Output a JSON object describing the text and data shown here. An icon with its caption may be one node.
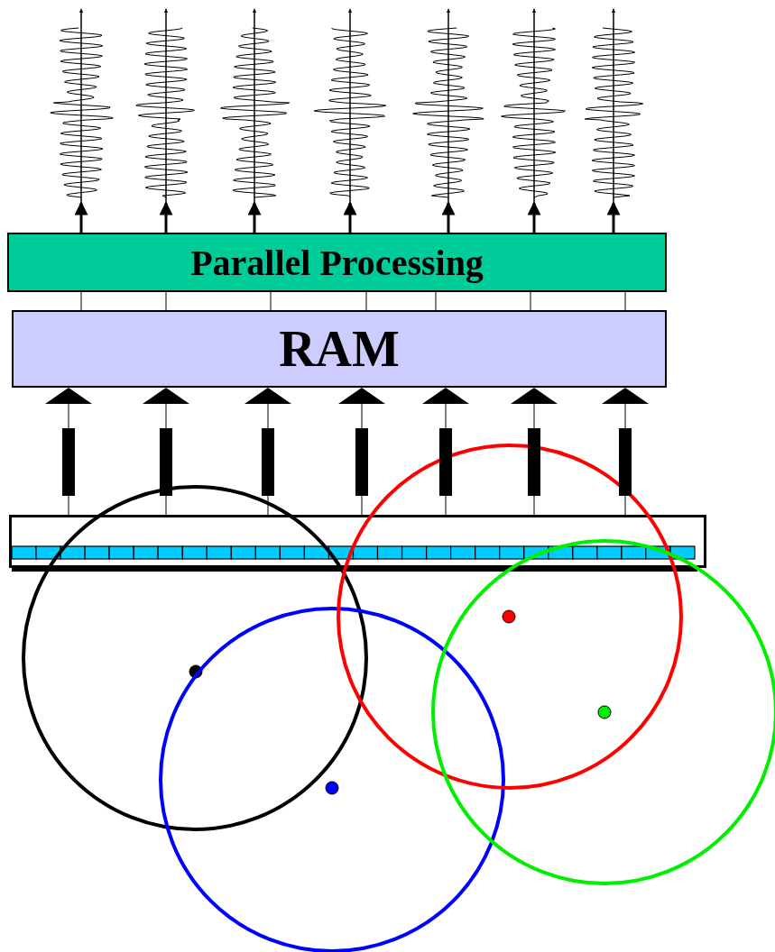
{
  "diagram": {
    "nodes": [
      {
        "text": [],
        "shape": "picture"
      },
      {
        "text": [],
        "shape": "picture"
      },
      {
        "text": [],
        "shape": "picture"
      },
      {
        "text": [],
        "shape": "picture"
      },
      {
        "text": [],
        "shape": "picture"
      },
      {
        "text": [],
        "shape": "picture"
      },
      {
        "text": [],
        "shape": "picture"
      },
      {
        "text": [
          "Parallel Processing"
        ]
      },
      {
        "text": [
          "RAM"
        ]
      },
      {
        "text": [],
        "shape": "box"
      }
    ],
    "edges": [
      {
        "from": 7,
        "to": 0,
        "arrow": "to",
        "style": "thick"
      },
      {
        "from": 7,
        "to": 1,
        "arrow": "to",
        "style": "thick"
      },
      {
        "from": 7,
        "to": 2,
        "arrow": "to",
        "style": "thick"
      },
      {
        "from": 7,
        "to": 3,
        "arrow": "to",
        "style": "thick"
      },
      {
        "from": 7,
        "to": 4,
        "arrow": "to",
        "style": "thick"
      },
      {
        "from": 7,
        "to": 5,
        "arrow": "to",
        "style": "thick"
      },
      {
        "from": 7,
        "to": 6,
        "arrow": "to",
        "style": "thick"
      },
      {
        "from": 8,
        "to": 7,
        "arrow": "none"
      },
      {
        "from": 8,
        "to": 7,
        "arrow": "none"
      },
      {
        "from": 8,
        "to": 7,
        "arrow": "none"
      },
      {
        "from": 8,
        "to": 7,
        "arrow": "none"
      },
      {
        "from": 8,
        "to": 7,
        "arrow": "none"
      },
      {
        "from": 8,
        "to": 7,
        "arrow": "none"
      },
      {
        "from": 8,
        "to": 7,
        "arrow": "none"
      },
      {
        "from": 9,
        "to": 8,
        "arrow": "to"
      },
      {
        "from": 9,
        "to": 8,
        "arrow": "to"
      },
      {
        "from": 9,
        "to": 8,
        "arrow": "to"
      },
      {
        "from": 9,
        "to": 8,
        "arrow": "to"
      },
      {
        "from": 9,
        "to": 8,
        "arrow": "to"
      },
      {
        "from": 9,
        "to": 8,
        "arrow": "to"
      },
      {
        "from": 9,
        "to": 8,
        "arrow": "to"
      }
    ]
  }
}
